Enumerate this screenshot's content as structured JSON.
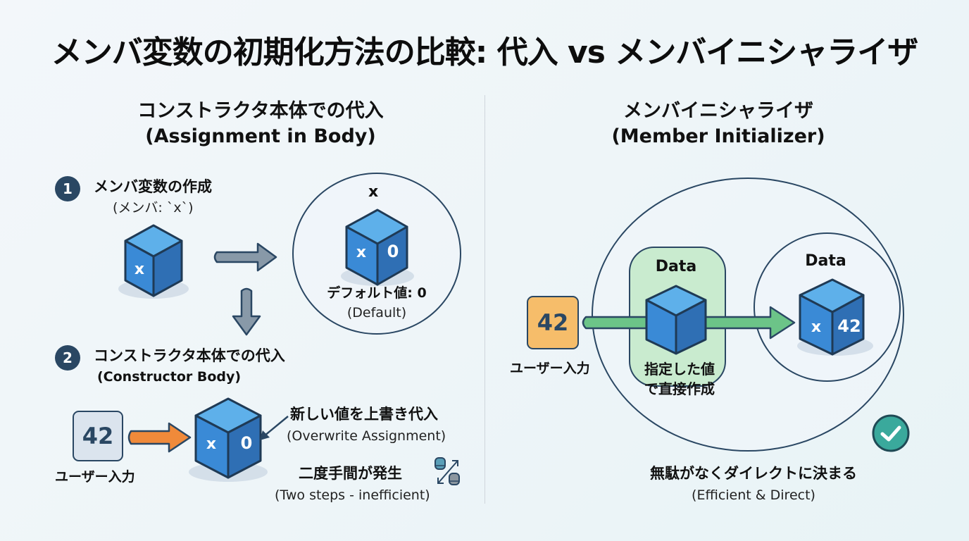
{
  "title": "メンバ変数の初期化方法の比較: 代入 vs メンバイニシャライザ",
  "left": {
    "heading": "コンストラクタ本体での代入",
    "heading_en": "(Assignment in Body)",
    "step1": {
      "number": "1",
      "label": "メンバ変数の作成",
      "sub": "(メンバ: `x`)",
      "cube_label": "x",
      "circle_title": "x",
      "circle_cube_label": "x",
      "circle_cube_value": "0",
      "default_label": "デフォルト値: 0",
      "default_en": "(Default)"
    },
    "step2": {
      "number": "2",
      "label": "コンストラクタ本体での代入",
      "sub": "(Constructor Body)",
      "input_value": "42",
      "input_label": "ユーザー入力",
      "cube_label": "x",
      "cube_value": "0",
      "overwrite_label": "新しい値を上書き代入",
      "overwrite_en": "(Overwrite Assignment)",
      "twice_label": "二度手間が発生",
      "twice_en": "(Two steps - inefficient)"
    }
  },
  "right": {
    "heading": "メンバイニシャライザ",
    "heading_en": "(Member Initializer)",
    "input_value": "42",
    "input_label": "ユーザー入力",
    "data_label_1": "Data",
    "direct_label_line1": "指定した値",
    "direct_label_line2": "で直接作成",
    "data_label_2": "Data",
    "cube_label": "x",
    "cube_value": "42",
    "summary": "無駄がなくダイレクトに決まる",
    "summary_en": "(Efficient & Direct)"
  },
  "colors": {
    "navy": "#2a4763",
    "cube_front": "#3a8ad6",
    "cube_side": "#2f6fb4",
    "cube_top": "#5eb0ea",
    "orange_arrow": "#f08a3a",
    "green_arrow": "#6cc488",
    "green_panel": "#c9ebcf",
    "orange_box": "#f6bd6a",
    "check": "#3aa99c"
  }
}
